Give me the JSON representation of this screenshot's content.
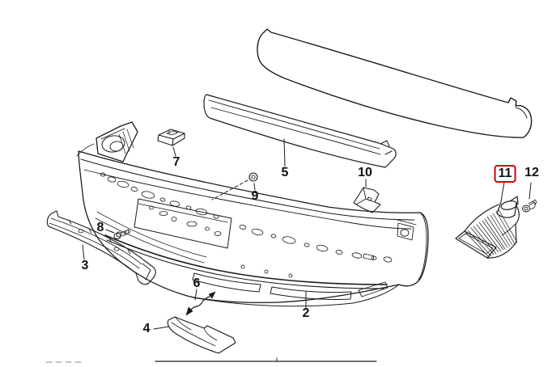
{
  "diagram": {
    "callouts": [
      {
        "number": "2"
      },
      {
        "number": "3"
      },
      {
        "number": "4"
      },
      {
        "number": "5"
      },
      {
        "number": "6"
      },
      {
        "number": "7"
      },
      {
        "number": "8"
      },
      {
        "number": "9"
      },
      {
        "number": "10"
      },
      {
        "number": "11"
      },
      {
        "number": "12"
      }
    ],
    "highlighted_callout": "11",
    "colors": {
      "line": "#1c1c1c",
      "highlight_box": "#d40000",
      "label_text": "#111111",
      "background": "#ffffff"
    }
  }
}
